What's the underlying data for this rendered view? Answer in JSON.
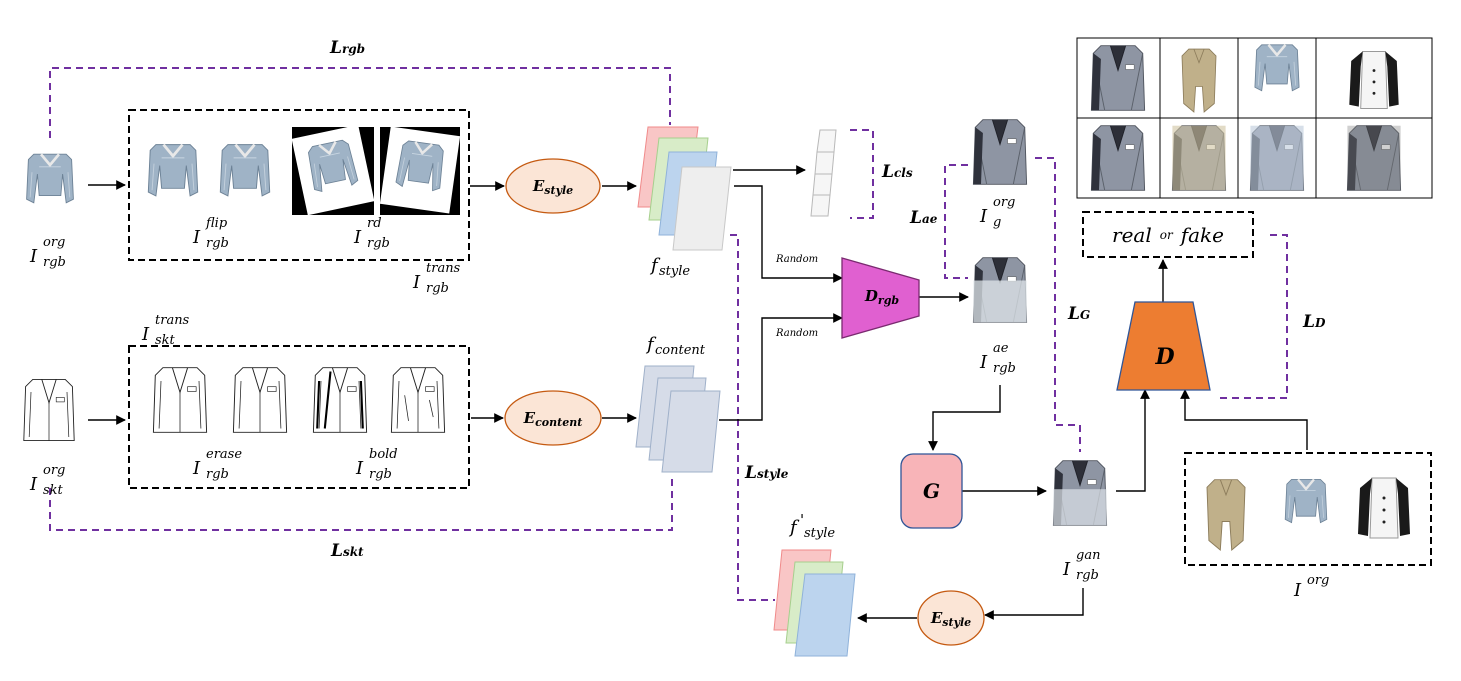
{
  "colors": {
    "loss_dash": "#7030a0",
    "ellipse_fill": "#fbe5d6",
    "ellipse_stroke": "#c55a11",
    "drgb_fill": "#e060d0",
    "g_fill": "#f8b4b8",
    "d_fill": "#ed7d31",
    "feat_pink": "#f9c6c6",
    "feat_green": "#d8ecc8",
    "feat_blue": "#bcd4ee",
    "feat_gray": "#eeeeee",
    "content_feat": "#d6dce8"
  },
  "nodes": {
    "e_style": {
      "main": "E",
      "sub": "style"
    },
    "e_content": {
      "main": "E",
      "sub": "content"
    },
    "e_style2": {
      "main": "E",
      "sub": "style"
    },
    "d_rgb": {
      "main": "D",
      "sub": "rgb"
    },
    "g": "G",
    "d": "D"
  },
  "losses": {
    "l_rgb": {
      "main": "L",
      "sub": "rgb"
    },
    "l_skt": {
      "main": "L",
      "sub": "skt"
    },
    "l_cls": {
      "main": "L",
      "sub": "cls"
    },
    "l_ae": {
      "main": "L",
      "sub": "ae"
    },
    "l_g": {
      "main": "L",
      "sub": "G"
    },
    "l_d": {
      "main": "L",
      "sub": "D"
    },
    "l_style": {
      "main": "L",
      "sub": "style"
    }
  },
  "labels": {
    "i_org_rgb": {
      "main": "I",
      "sup": "org",
      "sub": "rgb"
    },
    "i_flip_rgb": {
      "main": "I",
      "sup": "flip",
      "sub": "rgb"
    },
    "i_rd_rgb": {
      "main": "I",
      "sup": "rd",
      "sub": "rgb"
    },
    "i_trans_rgb": {
      "main": "I",
      "sup": "trans",
      "sub": "rgb"
    },
    "i_trans_skt": {
      "main": "I",
      "sup": "trans",
      "sub": "skt"
    },
    "i_org_skt": {
      "main": "I",
      "sup": "org",
      "sub": "skt"
    },
    "i_erase_rgb": {
      "main": "I",
      "sup": "erase",
      "sub": "rgb"
    },
    "i_bold_rgb": {
      "main": "I",
      "sup": "bold",
      "sub": "rgb"
    },
    "f_style": {
      "main": "f",
      "sub": "style"
    },
    "f_content": {
      "main": "f",
      "sub": "content"
    },
    "f_prime_style": {
      "main": "f",
      "sup": "'",
      "sub": "style"
    },
    "i_org_g": {
      "main": "I",
      "sup": "org",
      "sub": "g"
    },
    "i_ae_rgb": {
      "main": "I",
      "sup": "ae",
      "sub": "rgb"
    },
    "i_gan_rgb": {
      "main": "I",
      "sup": "gan",
      "sub": "rgb"
    },
    "i_org": {
      "main": "I",
      "sup": "org"
    }
  },
  "random_top": "Random",
  "random_bottom": "Random",
  "real_fake": {
    "real": "real",
    "or": "or",
    "fake": "fake"
  },
  "icons": [
    "jacket-photo",
    "jacket-sketch",
    "long-coat-photo",
    "white-shirt-photo",
    "blazer-photo"
  ]
}
